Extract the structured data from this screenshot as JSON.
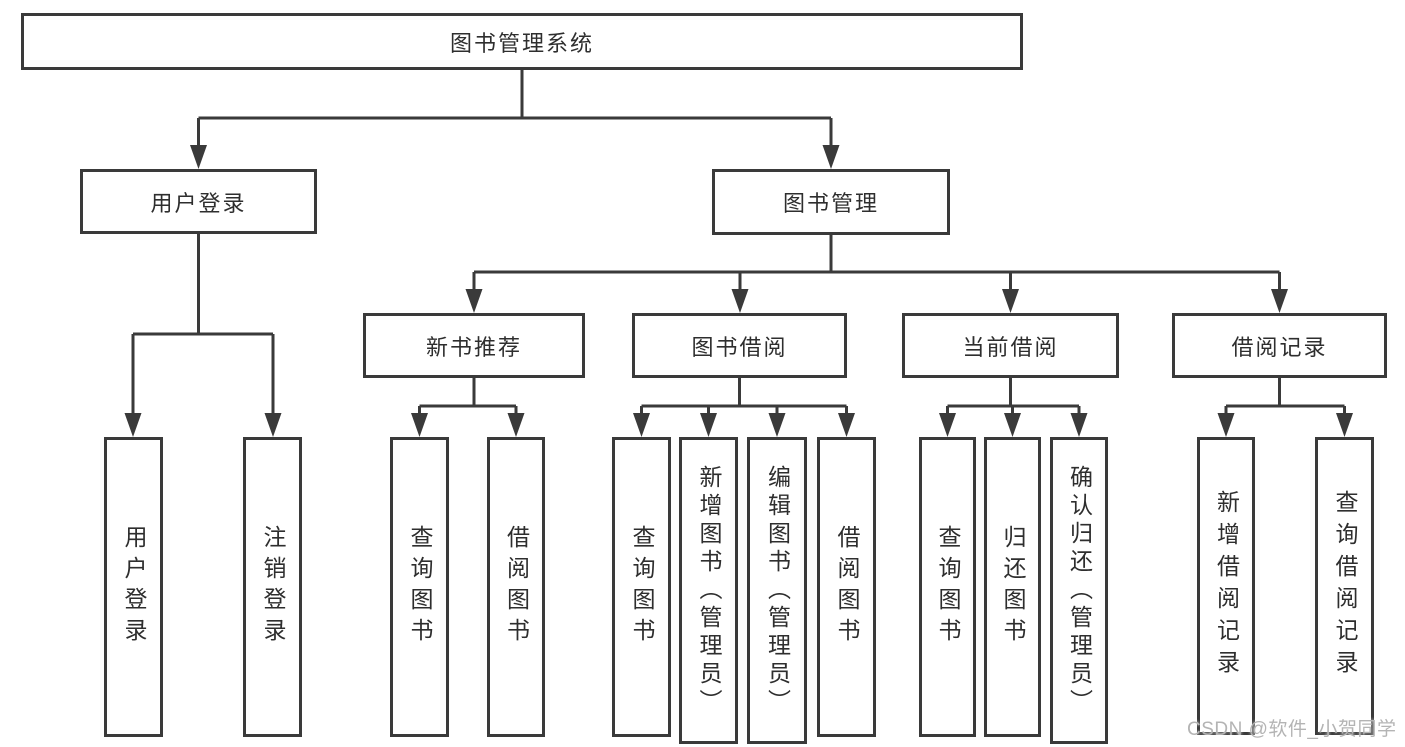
{
  "diagram": {
    "root": "图书管理系统",
    "branches": {
      "user_login": "用户登录",
      "book_mgmt": "图书管理"
    },
    "modules": {
      "new_book": "新书推荐",
      "book_borrow": "图书借阅",
      "current_borrow": "当前借阅",
      "borrow_records": "借阅记录"
    },
    "leaves": {
      "user_login": [
        "用户登录",
        "注销登录"
      ],
      "new_book": [
        "查询图书",
        "借阅图书"
      ],
      "book_borrow": [
        "查询图书",
        "新增图书（管理员）",
        "编辑图书（管理员）",
        "借阅图书"
      ],
      "current_borrow": [
        "查询图书",
        "归还图书",
        "确认归还（管理员）"
      ],
      "borrow_records": [
        "新增借阅记录",
        "查询借阅记录"
      ]
    }
  },
  "watermark": "CSDN @软件_小贺同学",
  "colors": {
    "line": "#3a3a3a",
    "text": "#2e2e2e",
    "watermark": "#b4b4b4",
    "background": "#ffffff"
  }
}
